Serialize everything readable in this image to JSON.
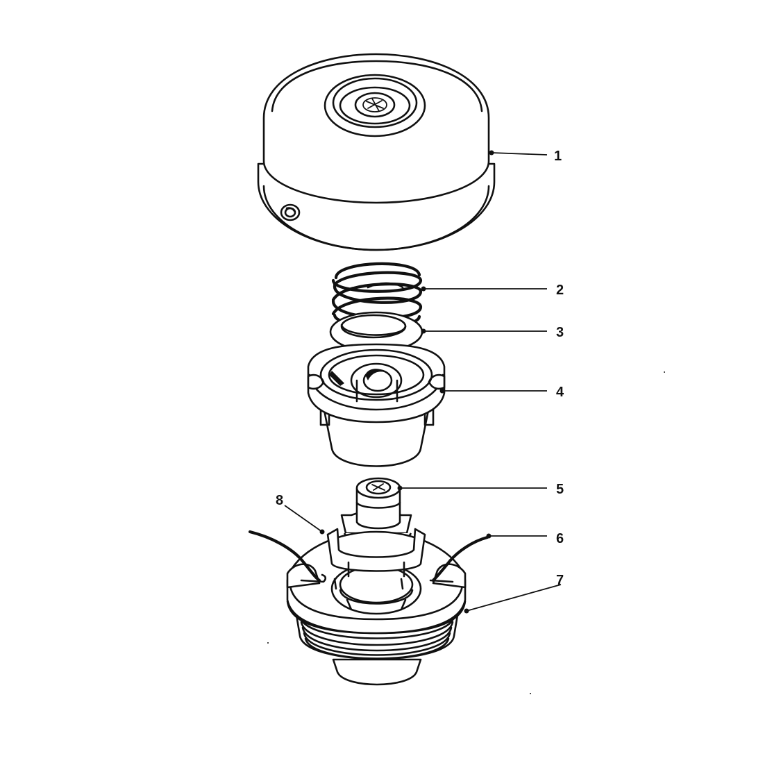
{
  "callouts": [
    {
      "label": "1",
      "part": "cover"
    },
    {
      "label": "2",
      "part": "spring"
    },
    {
      "label": "3",
      "part": "washer"
    },
    {
      "label": "4",
      "part": "bump-knob"
    },
    {
      "label": "5",
      "part": "drive-hub"
    },
    {
      "label": "6",
      "part": "trimmer-line"
    },
    {
      "label": "7",
      "part": "spool"
    },
    {
      "label": "8",
      "part": "line-retainer"
    }
  ]
}
